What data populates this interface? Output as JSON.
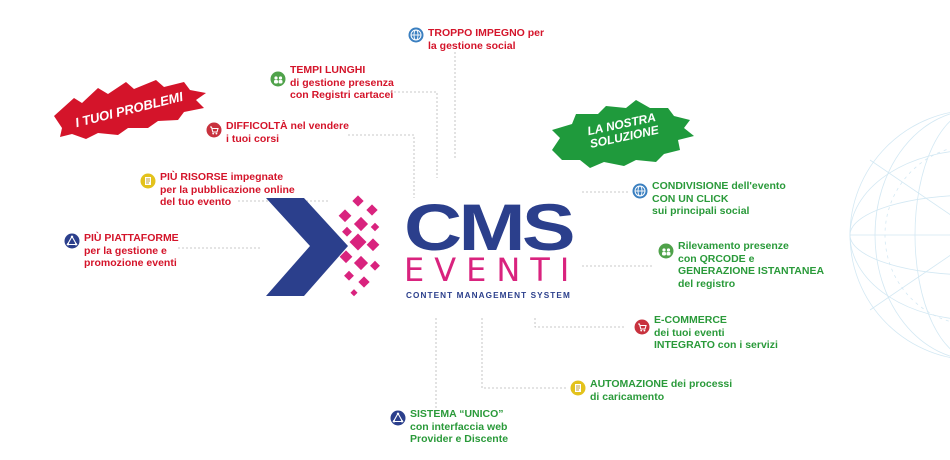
{
  "brand": {
    "name": "CMS",
    "product": "EVENTI",
    "tagline": "CONTENT MANAGEMENT SYSTEM",
    "colors": {
      "navy": "#2b3f8c",
      "magenta": "#d9237e",
      "red": "#d4142a",
      "green": "#2a9a3a"
    }
  },
  "badges": {
    "problems": {
      "label": "I TUOI PROBLEMI",
      "color": "#d4142a"
    },
    "solution": {
      "line1": "LA NOSTRA",
      "line2": "SOLUZIONE",
      "color": "#1f9a3c"
    }
  },
  "problems": [
    {
      "id": "troppo-impegno",
      "icon": "globe-icon",
      "lines": [
        "TROPPO IMPEGNO per",
        "la gestione social"
      ]
    },
    {
      "id": "tempi-lunghi",
      "icon": "people-icon",
      "lines": [
        "TEMPI LUNGHI",
        "di gestione presenza",
        "con Registri cartacei"
      ]
    },
    {
      "id": "difficolta",
      "icon": "cart-icon",
      "lines": [
        "DIFFICOLTÀ nel vendere",
        "i tuoi corsi"
      ]
    },
    {
      "id": "piu-risorse",
      "icon": "document-icon",
      "lines": [
        "PIÙ RISORSE impegnate",
        "per la pubblicazione online",
        "del tuo evento"
      ]
    },
    {
      "id": "piu-piattaforme",
      "icon": "network-icon",
      "lines": [
        "PIÙ PIATTAFORME",
        "per la gestione e",
        "promozione eventi"
      ]
    }
  ],
  "solutions": [
    {
      "id": "condivisione",
      "icon": "globe-icon",
      "lines": [
        "CONDIVISIONE dell'evento",
        "CON UN CLICK",
        "sui principali social"
      ]
    },
    {
      "id": "rilevamento",
      "icon": "people-icon",
      "lines": [
        "Rilevamento presenze",
        "con QRCODE e",
        "GENERAZIONE ISTANTANEA",
        "del registro"
      ]
    },
    {
      "id": "ecommerce",
      "icon": "cart-icon",
      "lines": [
        "E-COMMERCE",
        "dei tuoi eventi",
        "INTEGRATO con i servizi"
      ]
    },
    {
      "id": "automazione",
      "icon": "document-icon",
      "lines": [
        "AUTOMAZIONE dei processi",
        "di caricamento"
      ]
    },
    {
      "id": "sistema-unico",
      "icon": "network-icon",
      "lines": [
        "SISTEMA “UNICO”",
        "con interfaccia web",
        "Provider e Discente"
      ]
    }
  ]
}
